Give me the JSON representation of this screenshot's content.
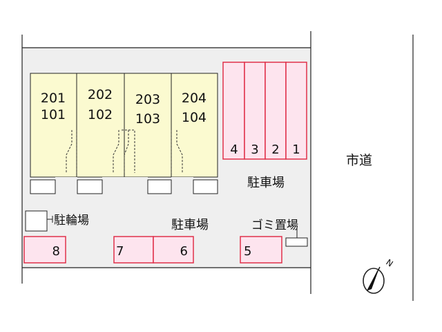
{
  "units": [
    {
      "upper": "201",
      "lower": "101"
    },
    {
      "upper": "202",
      "lower": "102"
    },
    {
      "upper": "203",
      "lower": "103"
    },
    {
      "upper": "204",
      "lower": "104"
    }
  ],
  "parking_right_numbers": [
    "4",
    "3",
    "2",
    "1"
  ],
  "parking_right_label": "駐車場",
  "parking_bottom_label": "駐車場",
  "bike_parking_label": "駐輪場",
  "garbage_label": "ゴミ置場",
  "road_label": "市道",
  "parking_bottom": {
    "space_8": "8",
    "space_7": "7",
    "space_6": "6",
    "space_5": "5"
  },
  "north_letter": "N",
  "colors": {
    "building": "#fbfad0",
    "parking": "#fde4ee",
    "parking_border": "#e0304a",
    "site": "#efefef",
    "line": "#222222"
  }
}
